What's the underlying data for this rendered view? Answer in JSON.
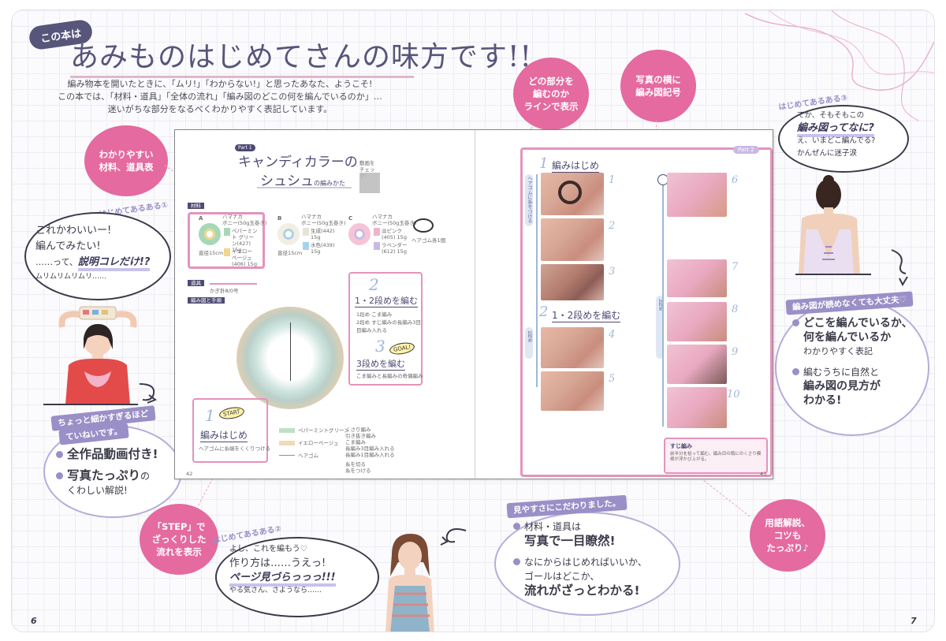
{
  "header": {
    "pill": "この本は",
    "title": "あみものはじめてさんの味方です!!",
    "intro": [
      "編み物本を開いたときに、「ムリ!」「わからない!」と思ったあなた、ようこそ!",
      "この本では、「材料・道具」「全体の流れ」「編み図のどこの何を編んでいるのか」…",
      "迷いがちな部分をなるべくわかりやすく表記しています。"
    ]
  },
  "pink_bubbles": {
    "materials": "わかりやすい\n材料、道具表",
    "step": "「STEP」で\nざっくりした\n流れを表示",
    "line": "どの部分を\n編むのか\nラインで表示",
    "symbol": "写真の横に\n編み図記号",
    "terms": "用語解説、\nコツも\nたっぷり♪"
  },
  "speech1": {
    "tag": "はじめてあるある①",
    "line1": "これかわいいー!",
    "line2": "編んでみたい!",
    "line3_pre": "……って、",
    "line3_em": "説明コレだけ!?",
    "line4": "ムリムリムリムリ……"
  },
  "speech2": {
    "tag": "はじめてあるある②",
    "line1": "よし、これを編もう♡",
    "line2": "作り方は……うえっ!",
    "line3": "ページ見づらっっっ!!!",
    "line4": "やる気さん、さようなら……"
  },
  "speech3": {
    "tag": "はじめてあるある③",
    "line1": "てか、そもそもこの",
    "line2": "編み図ってなに?",
    "line3": "え、いまどこ編んでる?",
    "line4": "かんぜんに迷子涙"
  },
  "callout_left": {
    "tag1": "ちょっと細かすぎるほど",
    "tag2": "ていねいです。",
    "item1": "全作品動画付き!",
    "item2_big": "写真たっぷり",
    "item2_small": "の",
    "item2_line2": "くわしい解説!"
  },
  "callout_bottom": {
    "tag": "見やすさにこだわりました。",
    "item1_line1": "材料・道具は",
    "item1_line2": "写真で一目瞭然!",
    "item2_line1": "なにからはじめればいいか、",
    "item2_line2": "ゴールはどこか、",
    "item2_line3": "流れがざっとわかる!"
  },
  "callout_right": {
    "tag": "編み図が読めなくても大丈夫♡",
    "item1_line1": "どこを編んでいるか、",
    "item1_line2": "何を編んでいるか",
    "item1_line3": "わかりやすく表記",
    "item2_line1": "編むうちに自然と",
    "item2_line2": "編み図の見方が",
    "item2_line3": "わかる!"
  },
  "book": {
    "left": {
      "part_badge": "Part 1",
      "title1": "キャンディカラーの",
      "title2": "シュシュ",
      "title_suffix": "の編みかた",
      "check_label": "動画をチェック!",
      "materials_label": "材料",
      "tools_label": "道具",
      "diagram_label": "編み図と手順",
      "hook": "かぎ針8/0号",
      "variants": [
        {
          "letter": "A",
          "brand": "ハマナカ",
          "yarn": "ボニー(50g玉巻き)",
          "c1": "ペパーミント グリーン(427) 15g",
          "c2": "イエロー ベージュ(406) 15g",
          "color1": "#a6d8b8",
          "color2": "#f3d68d",
          "accent": "#f4a0c0"
        },
        {
          "letter": "B",
          "brand": "ハマナカ",
          "yarn": "ボニー(50g玉巻き)",
          "c1": "生成(442) 15g",
          "c2": "水色(439) 15g",
          "color1": "#f2eee2",
          "color2": "#a8d2ec",
          "accent": "#e7e3d6"
        },
        {
          "letter": "C",
          "brand": "ハマナカ",
          "yarn": "ボニー(50g玉巻き)",
          "c1": "淡ピンク(405) 15g",
          "c2": "ラベンダー(612) 15g",
          "color1": "#f6c4d6",
          "color2": "#c9b9e4",
          "accent": "#f0b4c9"
        }
      ],
      "hair_tie": "ヘアゴム各1個",
      "size_note": "直径15cm",
      "step1_badge": "START",
      "step1_title": "編みはじめ",
      "step1_note": "ヘアゴムに糸端をくくりつける",
      "step2_title": "1・2段めを編む",
      "step2_items": [
        "1段め こま編み",
        "2段め すじ編みの長編み3目",
        "目編み入れる"
      ],
      "step3_title": "3段めを編む",
      "step3_goal": "GOAL!",
      "step3_note": "こま編みと長編みの奇偶編み",
      "legend_left": [
        "ペパーミントグリーン",
        "イエローベージュ",
        "ヘアゴム"
      ],
      "legend_right": [
        "くさり編み",
        "引き抜き編み",
        "こま編み",
        "長編み3目編み入れる",
        "長編み1目編み入れる",
        "糸を切る",
        "糸をつける"
      ],
      "page": "42"
    },
    "right": {
      "step1_label": "編みはじめ",
      "step2_label": "1・2段めを編む",
      "side_label1": "ヘアゴムに糸をつける",
      "side_label2": "1段め",
      "side_label3": "2段め",
      "part_tag": "Part",
      "part_num": "2",
      "steps": [
        "1",
        "2",
        "3",
        "4",
        "5",
        "6",
        "7",
        "8",
        "9",
        "10"
      ],
      "tip_title": "すじ編み",
      "tip_body": "前半分を拾って編む。編み目の頭にのくさり模様が浮かび上がる。",
      "page": "43"
    }
  },
  "page_numbers": {
    "left": "6",
    "right": "7"
  }
}
